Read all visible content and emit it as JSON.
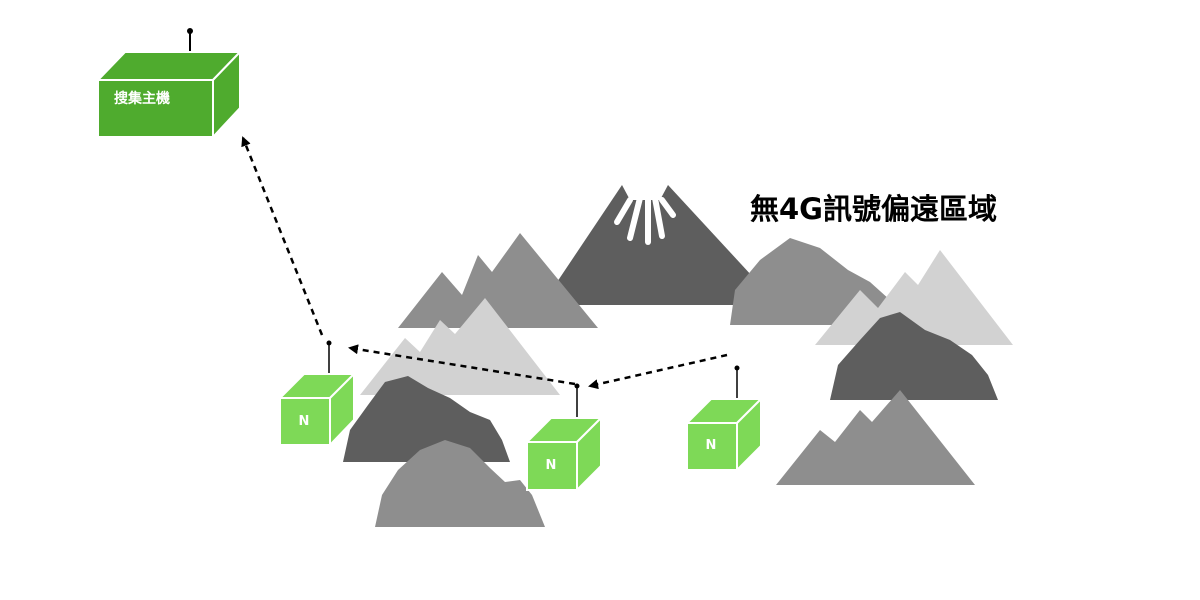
{
  "title": "無4G訊號偏遠區域",
  "host": {
    "label": "搜集主機",
    "color": "#4fab2e"
  },
  "nodes": [
    {
      "label": "N"
    },
    {
      "label": "N"
    },
    {
      "label": "N"
    }
  ],
  "colors": {
    "node": "#7ed957",
    "dark_mountain": "#5e5e5e",
    "mid_mountain": "#8e8e8e",
    "light_mountain": "#d2d2d2"
  }
}
